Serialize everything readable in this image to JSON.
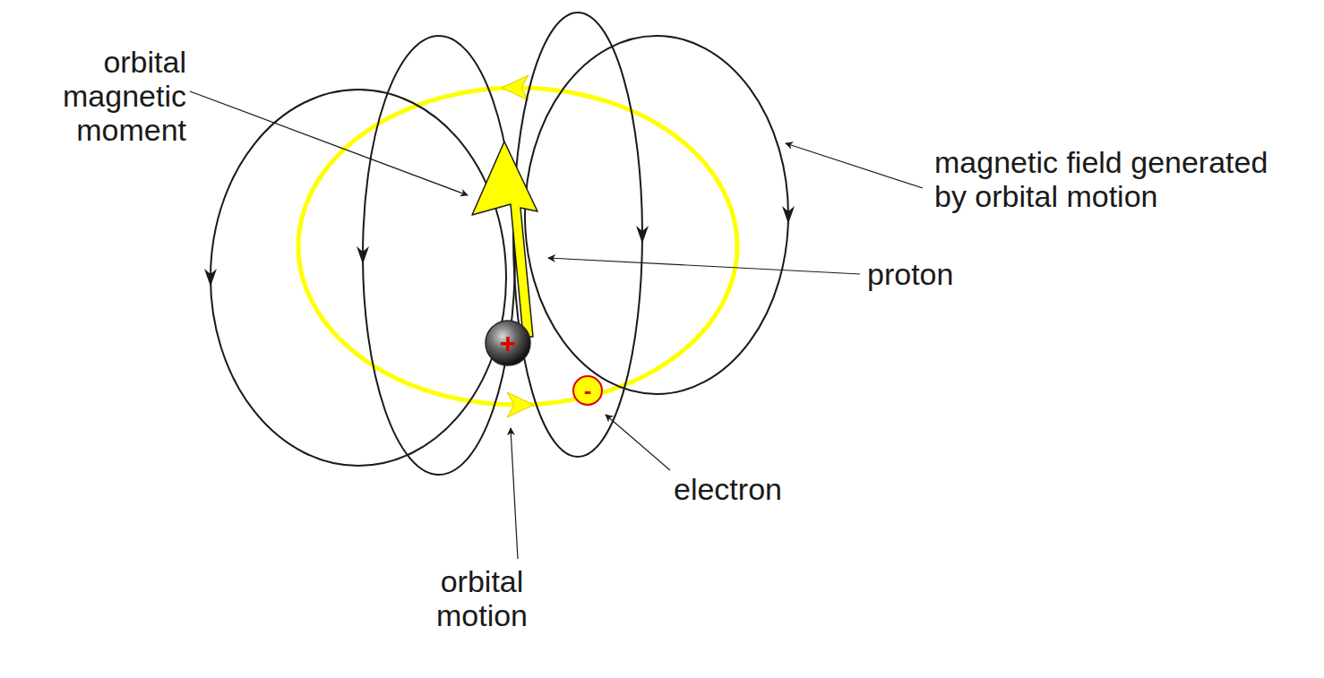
{
  "diagram": {
    "nodes": [
      {
        "text": [
          "+"
        ]
      },
      {
        "text": [
          "-"
        ]
      }
    ],
    "labels": [
      "orbital magnetic moment",
      "magnetic field generated by orbital motion",
      "proton",
      "electron",
      "orbital motion"
    ]
  }
}
